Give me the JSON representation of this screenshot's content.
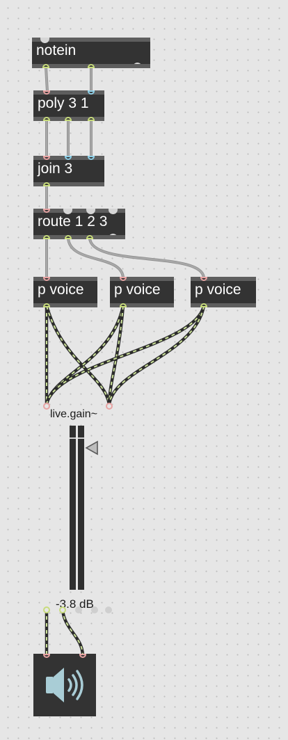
{
  "patch": {
    "notein": {
      "label": "notein"
    },
    "poly": {
      "label": "poly 3 1"
    },
    "join": {
      "label": "join 3"
    },
    "route": {
      "label": "route 1 2 3"
    },
    "voice1": {
      "label": "p voice"
    },
    "voice2": {
      "label": "p voice"
    },
    "voice3": {
      "label": "p voice"
    },
    "live_gain": {
      "label": "live.gain~",
      "value_text": "-3.8 dB",
      "level": -3.8,
      "unit": "dB"
    },
    "dac": {
      "icon": "speaker-icon"
    }
  },
  "colors": {
    "object_bg": "#333333",
    "object_border": "#5e5e5e",
    "canvas_bg": "#e6e6e6",
    "grid_dot": "#bdbdbd",
    "inlet_pink": "#e8a3a3",
    "outlet_green": "#c8dc7c",
    "outlet_blue": "#8fd0e8",
    "control_cord": "#a8a8a8",
    "signal_cord_dark": "#2b2b2b",
    "signal_cord_light": "#cde39a"
  }
}
